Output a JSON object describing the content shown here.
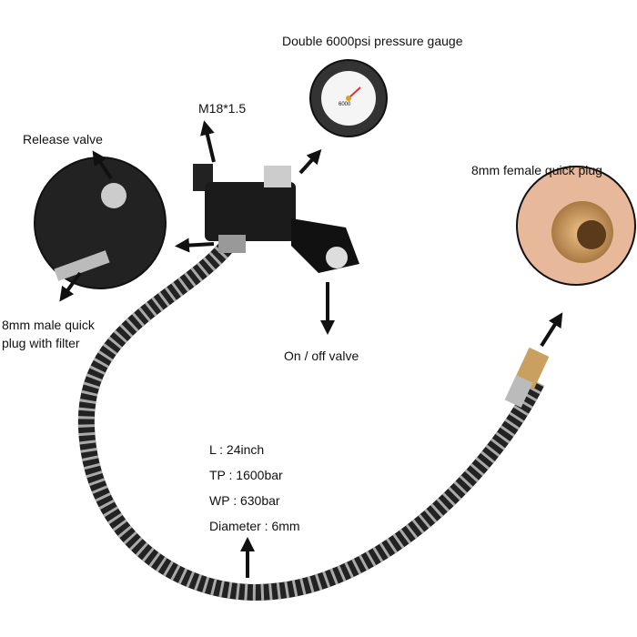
{
  "labels": {
    "gauge": "Double 6000psi pressure gauge",
    "thread": "M18*1.5",
    "release_valve": "Release valve",
    "male_plug_line1": "8mm male quick",
    "male_plug_line2": "plug with filter",
    "on_off_valve": "On / off valve",
    "female_plug": "8mm female quick plug"
  },
  "specs": [
    "L : 24inch",
    "TP : 1600bar",
    "WP : 630bar",
    "Diameter : 6mm"
  ],
  "gauge_face_text": "6000"
}
